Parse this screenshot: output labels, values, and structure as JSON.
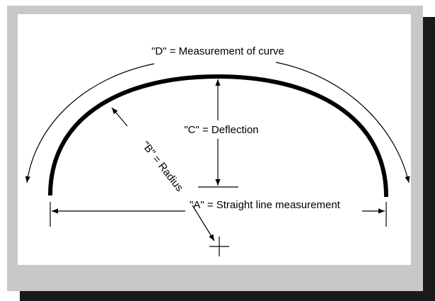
{
  "labels": {
    "d": "\"D\" = Measurement of curve",
    "c": "\"C\" = Deflection",
    "b": "\"B\" = Radius",
    "a": "\"A\" = Straight line measurement"
  },
  "colors": {
    "shadow": "#1a1a1a",
    "frame": "#c8c8c8",
    "panel": "#ffffff",
    "ink": "#000000"
  }
}
